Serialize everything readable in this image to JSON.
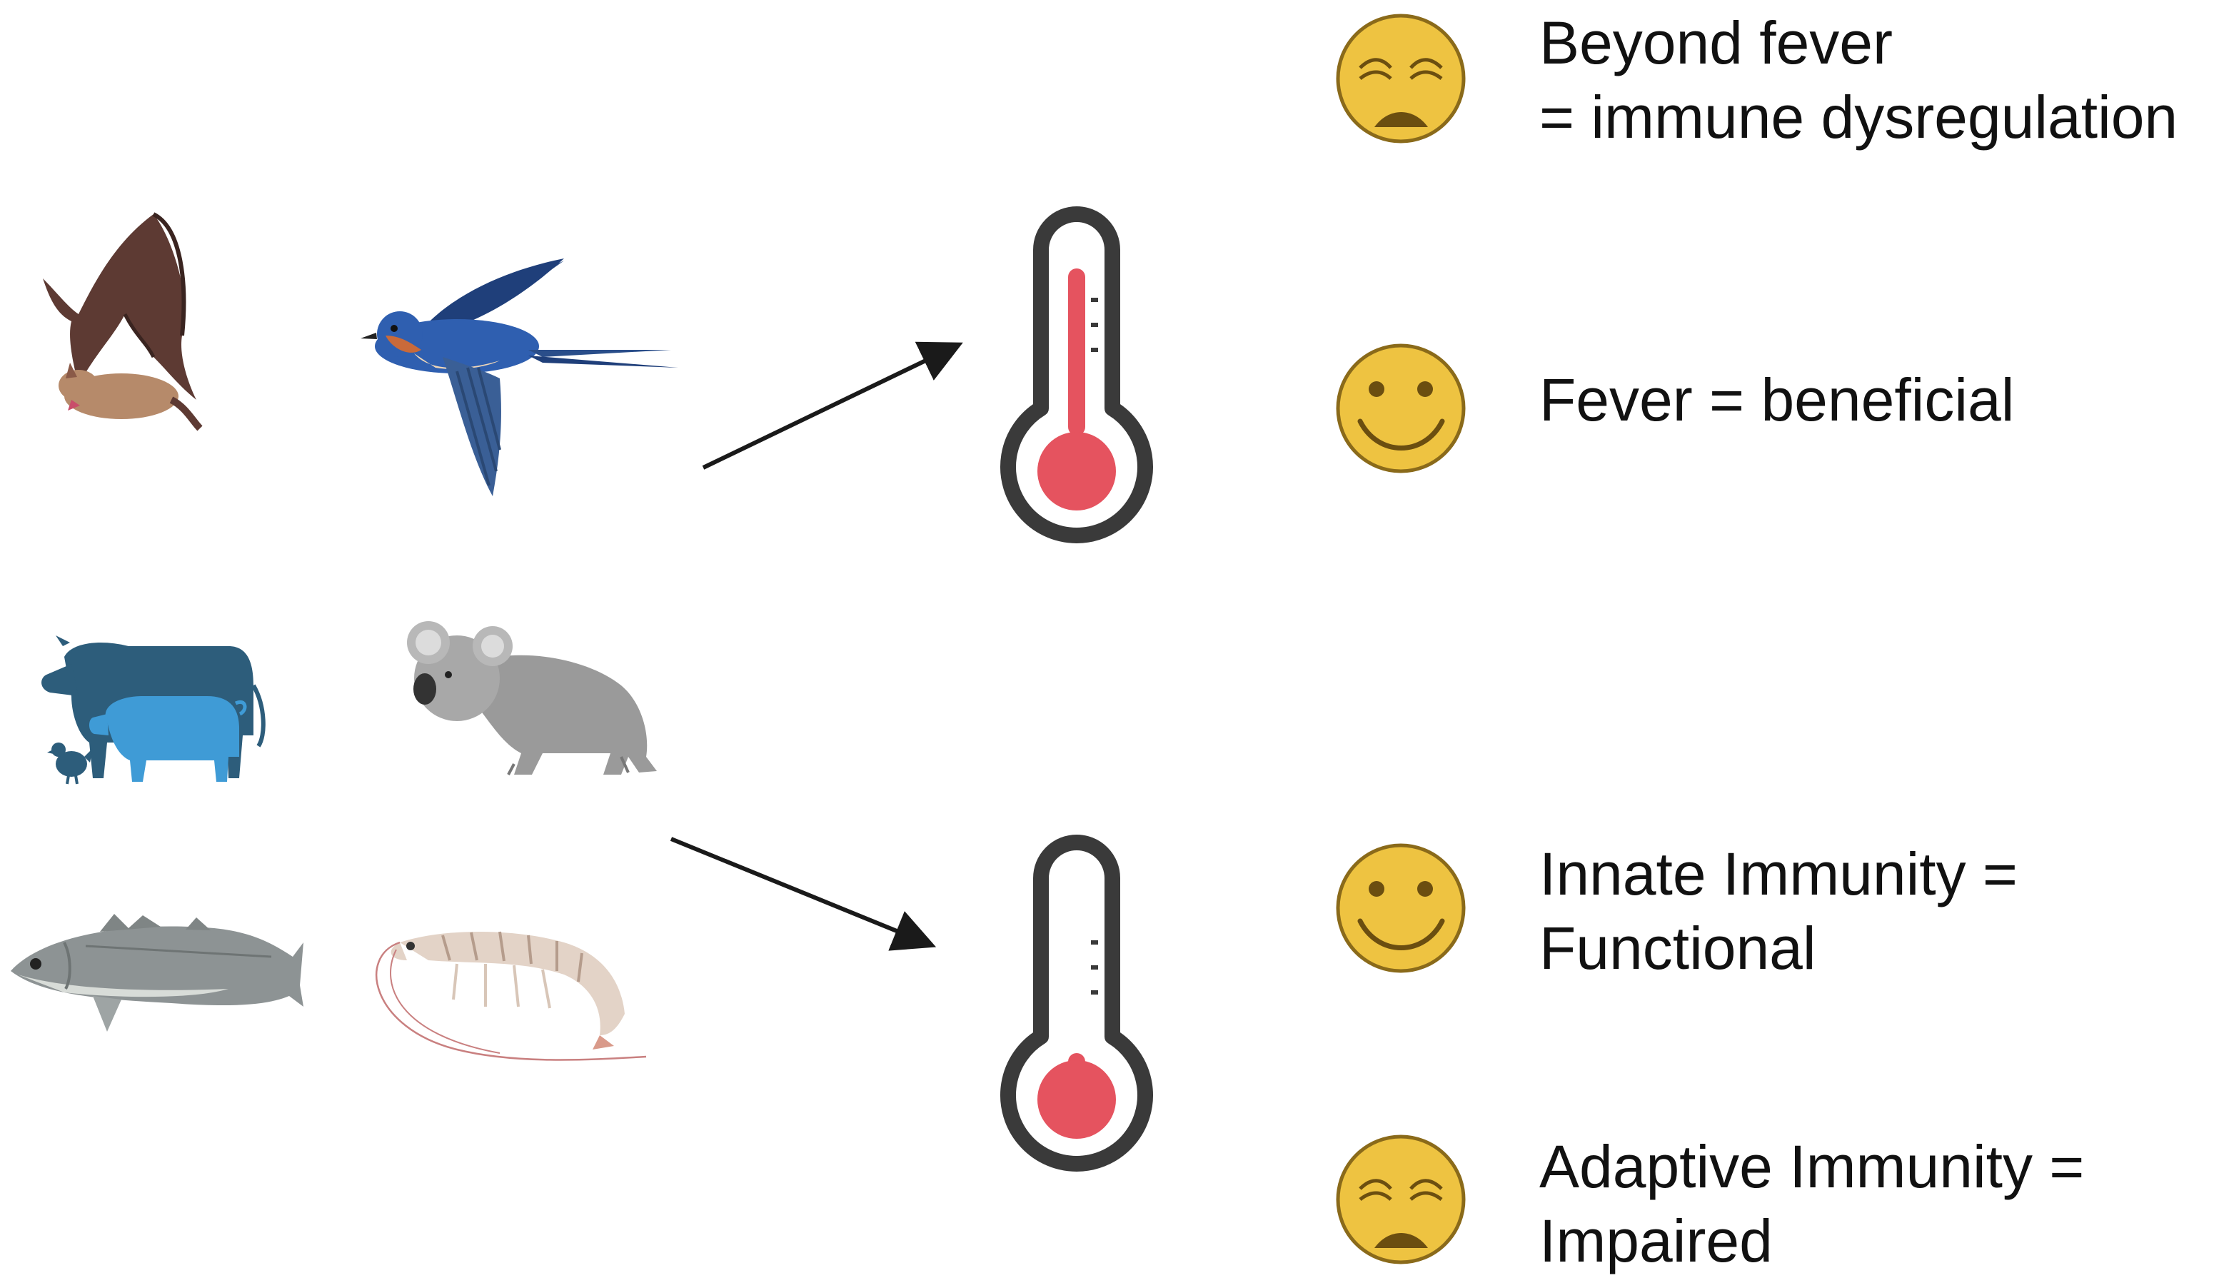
{
  "labels": {
    "beyond_fever": {
      "line1": "Beyond fever",
      "line2": "= immune dysregulation"
    },
    "fever": {
      "line1": "Fever = beneficial"
    },
    "innate": {
      "line1": "Innate Immunity =",
      "line2": "Functional"
    },
    "adaptive": {
      "line1": "Adaptive Immunity =",
      "line2": "Impaired"
    }
  },
  "thermometers": [
    {
      "name": "high-temperature",
      "level": 0.9
    },
    {
      "name": "low-temperature",
      "level": 0.25
    }
  ],
  "colors": {
    "thermo_outline": "#3a3a3a",
    "mercury": "#e5535f",
    "face": "#eec341",
    "face_edge": "#8a6a1a",
    "arrow": "#1a1a1a",
    "text": "#111111"
  },
  "icons": [
    "bat-icon",
    "swallow-icon",
    "livestock-icon",
    "koala-icon",
    "fish-icon",
    "shrimp-icon",
    "thermometer-icon",
    "smiley-face-icon",
    "sad-face-icon"
  ]
}
